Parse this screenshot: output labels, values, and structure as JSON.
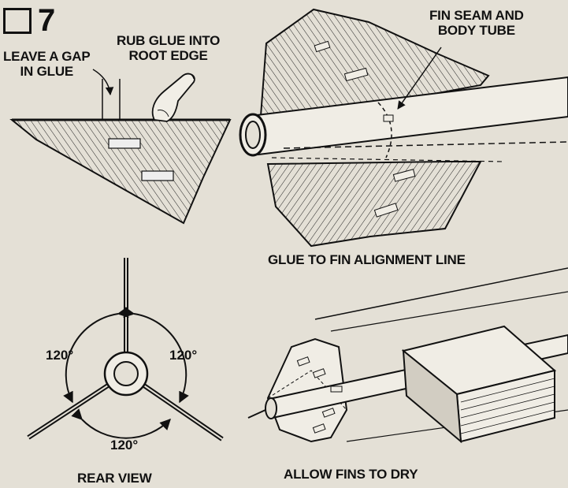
{
  "step": {
    "number": "7"
  },
  "labels": {
    "leave_gap": "LEAVE A GAP\nIN GLUE",
    "rub_glue": "RUB GLUE INTO\nROOT EDGE",
    "fin_seam": "FIN SEAM AND\nBODY TUBE",
    "glue_to_line": "GLUE TO FIN ALIGNMENT LINE",
    "rear_view": "REAR VIEW",
    "allow_dry": "ALLOW FINS TO DRY"
  },
  "angles": {
    "left": "120°",
    "right": "120°",
    "bottom": "120°"
  },
  "colors": {
    "paper": "#e4e0d6",
    "ink": "#111111"
  }
}
